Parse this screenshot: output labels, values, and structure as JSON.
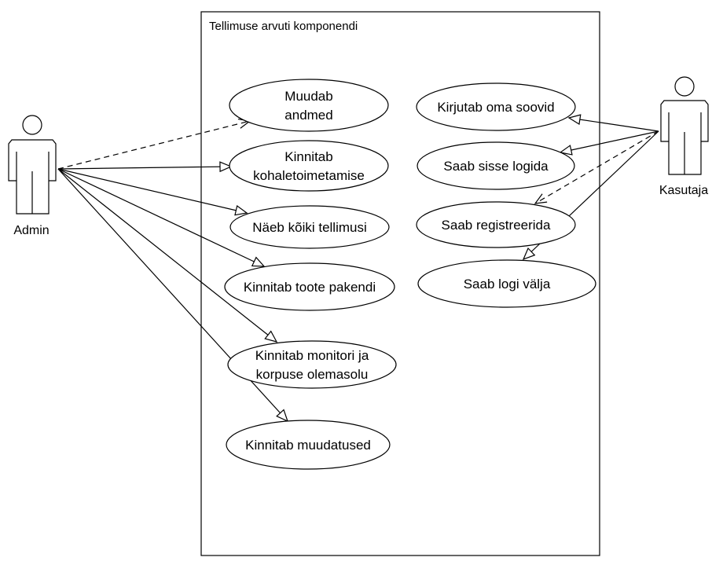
{
  "system": {
    "title": "Tellimuse arvuti komponendi"
  },
  "actors": {
    "admin": {
      "label": "Admin"
    },
    "kasutaja": {
      "label": "Kasutaja"
    }
  },
  "use_cases": {
    "muudab_andmed": {
      "lines": [
        "Muudab",
        "andmed"
      ]
    },
    "kinnitab_kohaletoimetamise": {
      "lines": [
        "Kinnitab",
        "kohaletoimetamise"
      ]
    },
    "naeb_koiki_tellimusi": {
      "lines": [
        "Näeb kõiki tellimusi"
      ]
    },
    "kinnitab_toote_pakendi": {
      "lines": [
        "Kinnitab toote pakendi"
      ]
    },
    "kinnitab_monitori": {
      "lines": [
        "Kinnitab monitori ja",
        "korpuse olemasolu"
      ]
    },
    "kinnitab_muudatused": {
      "lines": [
        "Kinnitab muudatused"
      ]
    },
    "kirjutab_oma_soovid": {
      "lines": [
        "Kirjutab oma soovid"
      ]
    },
    "saab_sisse_logida": {
      "lines": [
        "Saab sisse logida"
      ]
    },
    "saab_registreerida": {
      "lines": [
        "Saab registreerida"
      ]
    },
    "saab_logi_valja": {
      "lines": [
        "Saab logi välja"
      ]
    }
  },
  "associations": [
    {
      "from": "admin",
      "to": "muudab_andmed",
      "style": "dashed"
    },
    {
      "from": "admin",
      "to": "kinnitab_kohaletoimetamise",
      "style": "solid"
    },
    {
      "from": "admin",
      "to": "naeb_koiki_tellimusi",
      "style": "solid"
    },
    {
      "from": "admin",
      "to": "kinnitab_toote_pakendi",
      "style": "solid"
    },
    {
      "from": "admin",
      "to": "kinnitab_monitori",
      "style": "solid"
    },
    {
      "from": "admin",
      "to": "kinnitab_muudatused",
      "style": "solid"
    },
    {
      "from": "kasutaja",
      "to": "kirjutab_oma_soovid",
      "style": "solid"
    },
    {
      "from": "kasutaja",
      "to": "saab_sisse_logida",
      "style": "solid"
    },
    {
      "from": "kasutaja",
      "to": "saab_registreerida",
      "style": "dashed"
    },
    {
      "from": "kasutaja",
      "to": "saab_logi_valja",
      "style": "solid"
    }
  ]
}
